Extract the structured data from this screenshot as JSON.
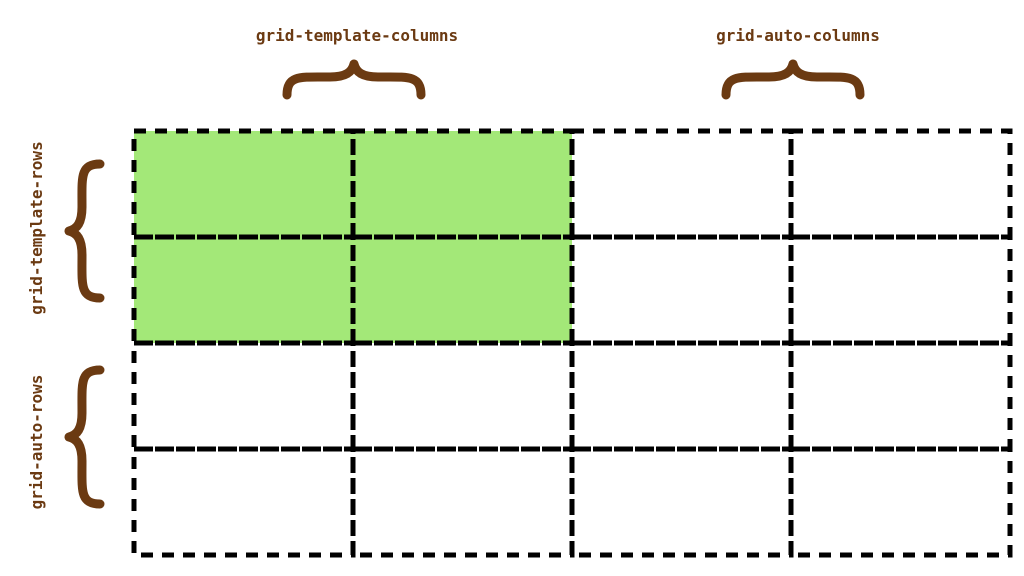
{
  "labels": {
    "template_columns": "grid-template-columns",
    "auto_columns": "grid-auto-columns",
    "template_rows": "grid-template-rows",
    "auto_rows": "grid-auto-rows"
  },
  "grid": {
    "columns": 4,
    "rows": 4,
    "template_columns": 2,
    "template_rows": 2
  },
  "colors": {
    "label": "#6b3a12",
    "brace": "#6b3a12",
    "template_fill": "#a3e878",
    "grid_line": "#000000",
    "background": "#ffffff"
  }
}
